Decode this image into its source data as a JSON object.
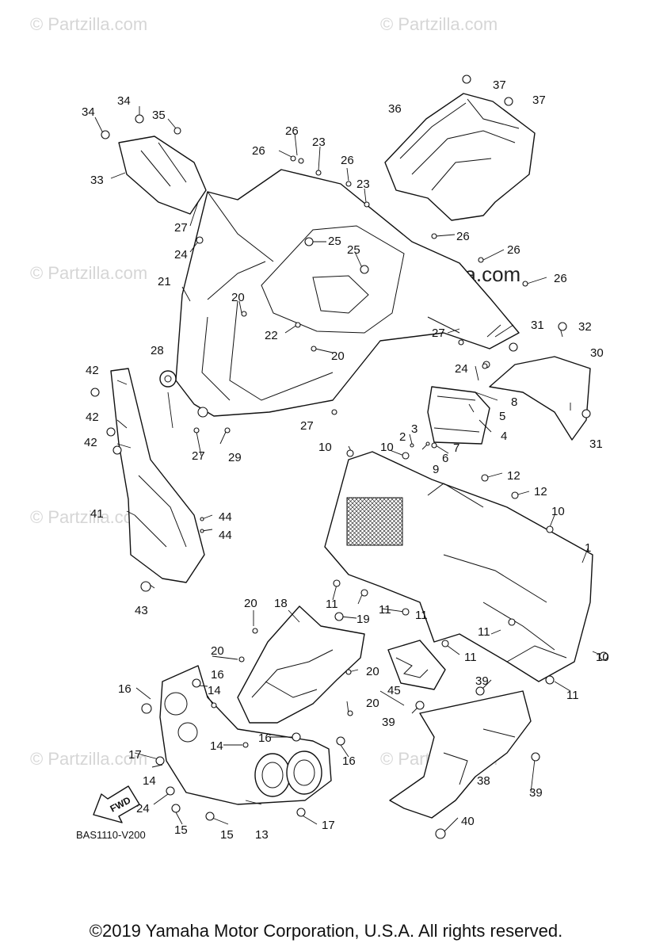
{
  "watermarks": {
    "small": "© Partzilla.com",
    "center": "© Partzilla.com"
  },
  "fwd_label": "FWD",
  "diagram_code": "BAS1110-V200",
  "copyright": "©2019  Yamaha Motor Corporation, U.S.A. All rights reserved.",
  "callouts": [
    "1",
    "2",
    "3",
    "4",
    "5",
    "6",
    "7",
    "8",
    "9",
    "10",
    "11",
    "12",
    "13",
    "14",
    "15",
    "16",
    "17",
    "18",
    "19",
    "20",
    "21",
    "22",
    "23",
    "24",
    "25",
    "26",
    "27",
    "28",
    "29",
    "30",
    "31",
    "32",
    "33",
    "34",
    "35",
    "36",
    "37",
    "38",
    "39",
    "40",
    "41",
    "42",
    "43",
    "44",
    "45"
  ]
}
